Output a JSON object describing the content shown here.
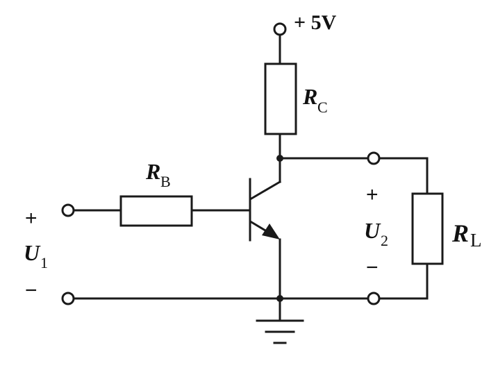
{
  "supply": {
    "label": "+ 5V"
  },
  "resistors": {
    "rc": {
      "symbol": "R",
      "subscript": "C"
    },
    "rb": {
      "symbol": "R",
      "subscript": "B"
    },
    "rl": {
      "symbol": "R",
      "subscript": "L"
    }
  },
  "input": {
    "plus": "+",
    "minus": "−",
    "symbol": "U",
    "subscript": "1"
  },
  "output": {
    "plus": "+",
    "minus": "−",
    "symbol": "U",
    "subscript": "2"
  }
}
